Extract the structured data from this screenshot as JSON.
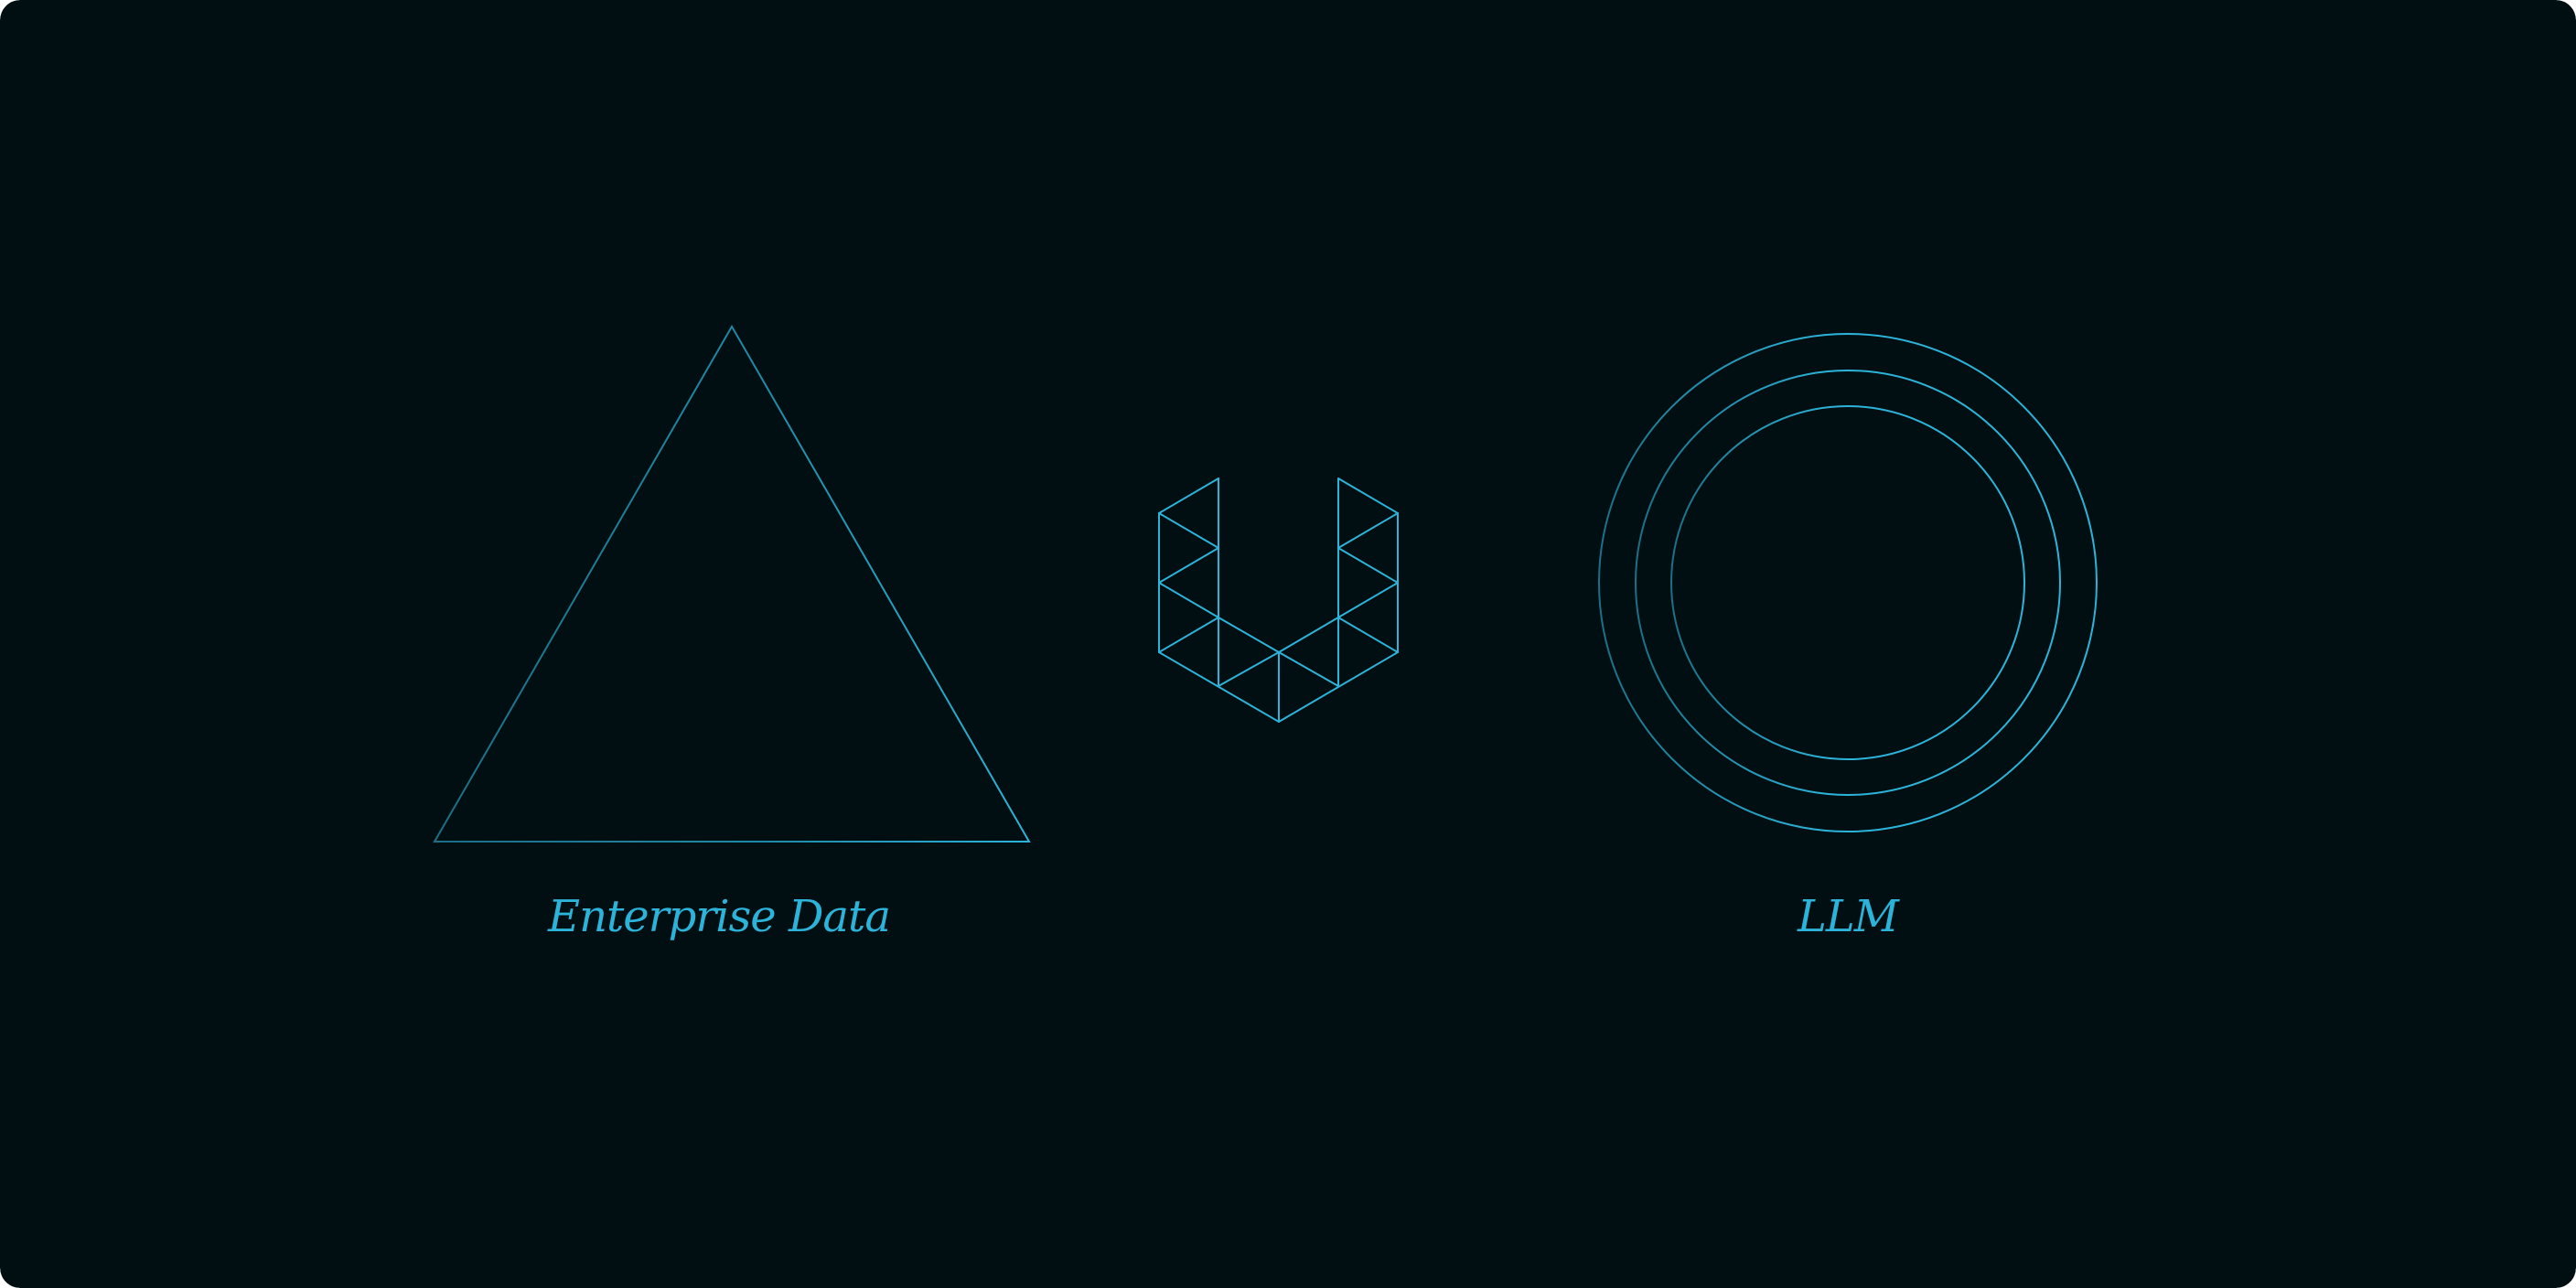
{
  "colors": {
    "background": "#020f12",
    "accent": "#2cb3d9",
    "accent_dim": "#1b6f86"
  },
  "nodes": {
    "source": {
      "label": "Enterprise Data",
      "shape": "triangle"
    },
    "connector": {
      "shape": "triangulated-u-logo"
    },
    "target": {
      "label": "LLM",
      "shape": "concentric-circles"
    }
  }
}
